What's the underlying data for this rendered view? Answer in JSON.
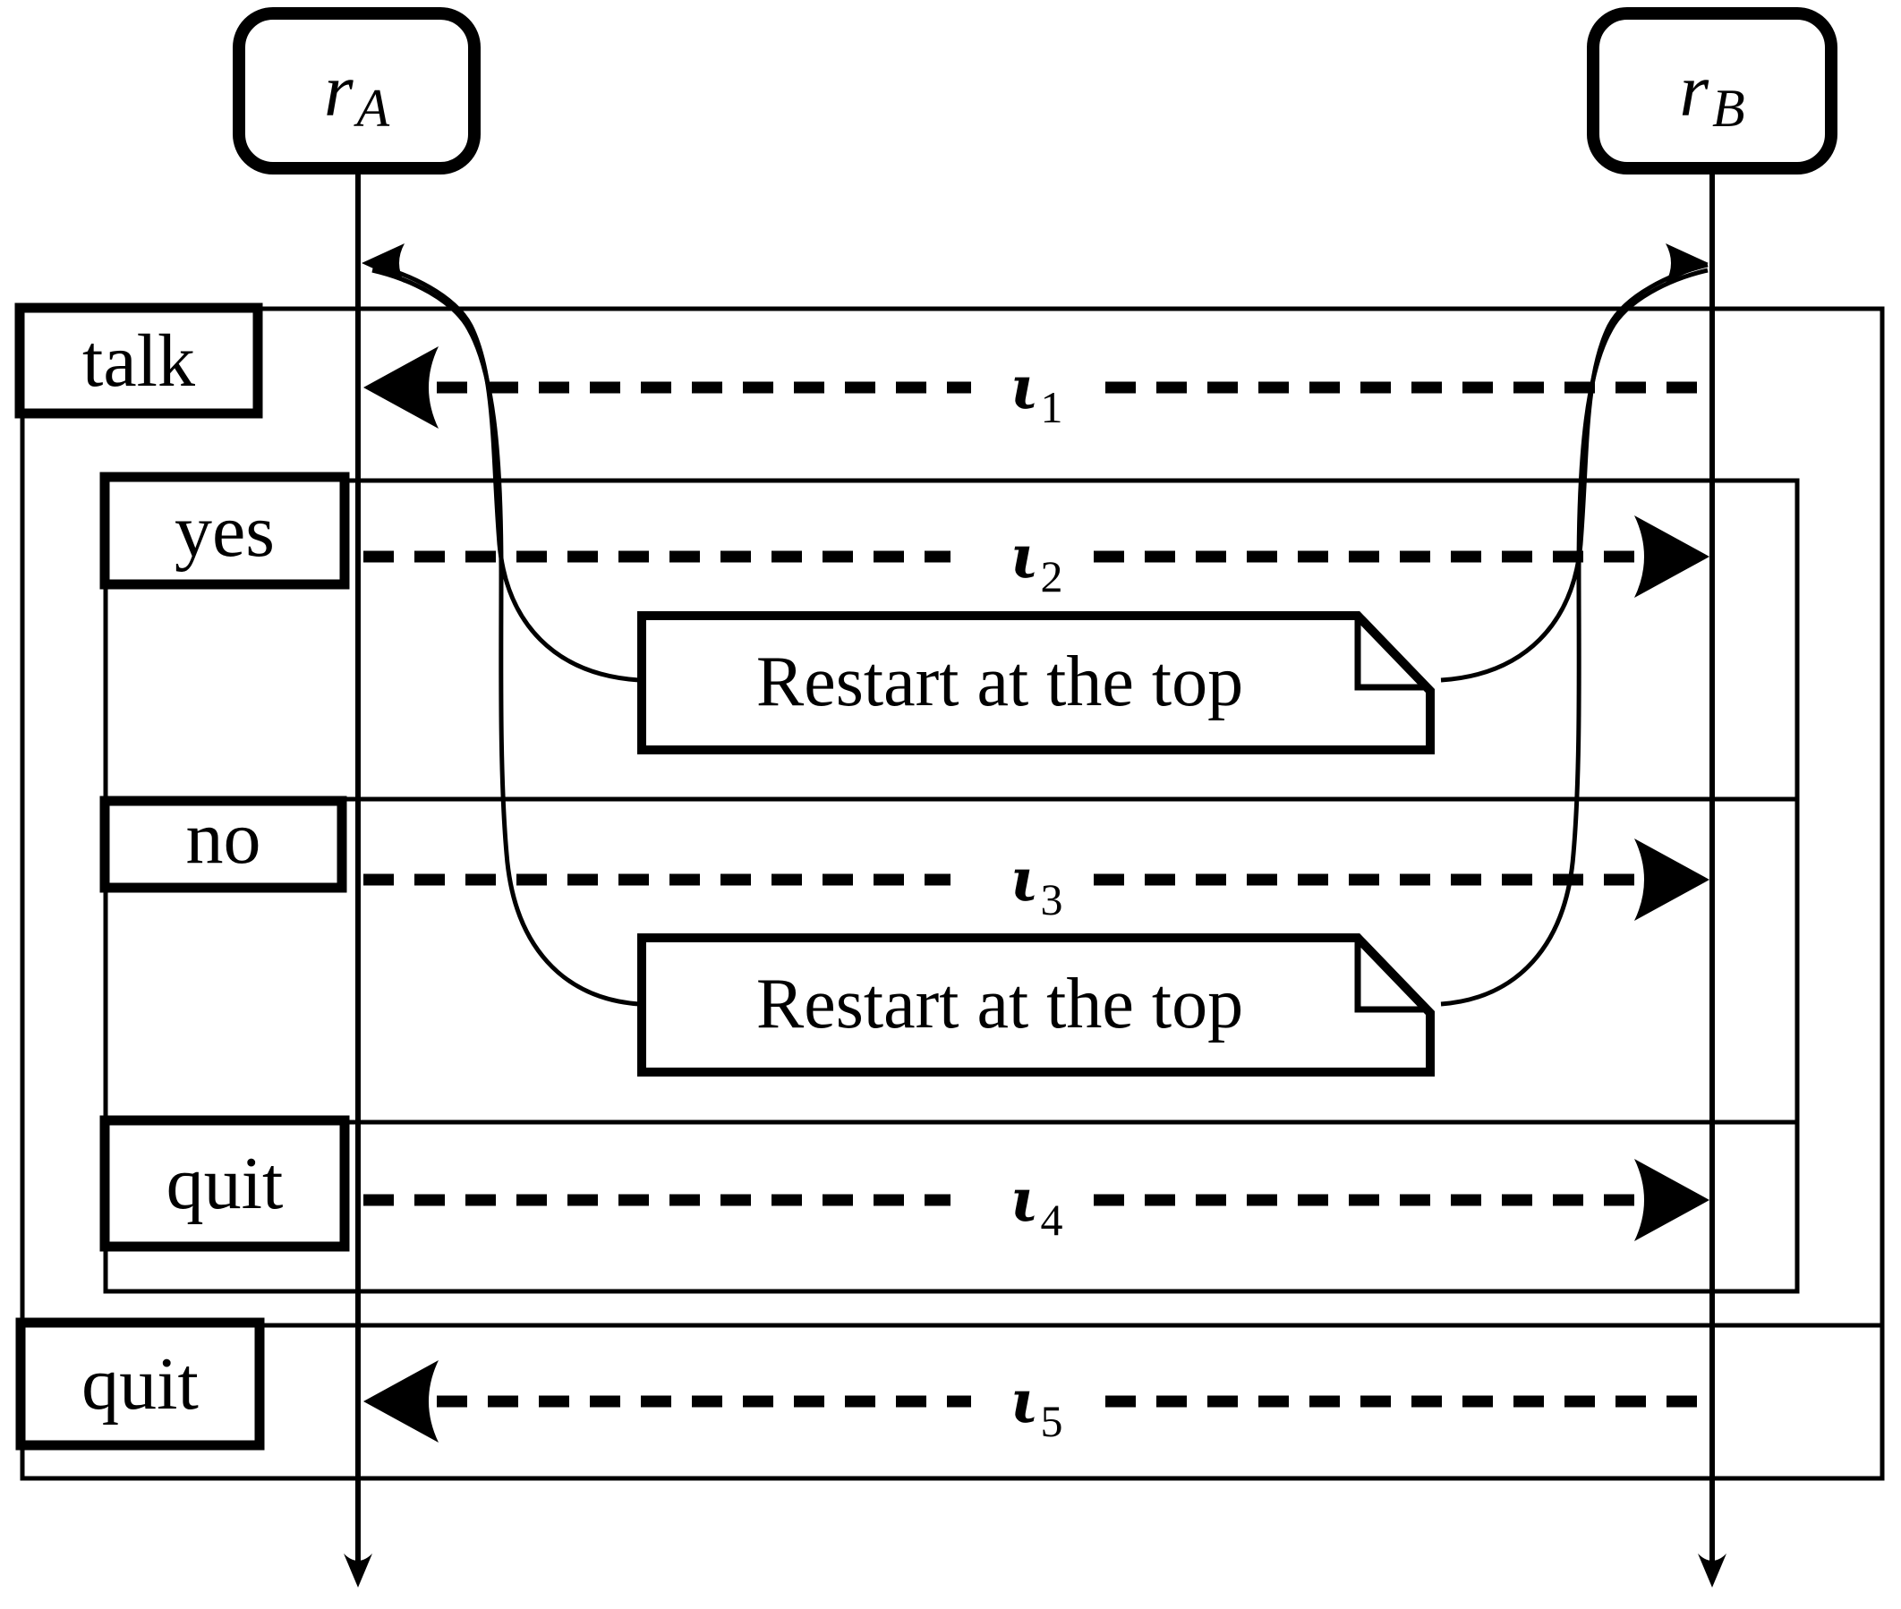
{
  "colors": {
    "ink": "#000000",
    "background": "#ffffff"
  },
  "participants": [
    {
      "name": "r",
      "sub": "A"
    },
    {
      "name": "r",
      "sub": "B"
    }
  ],
  "outer_frame": {
    "sections": [
      {
        "label": "talk"
      },
      {
        "label": "quit"
      }
    ]
  },
  "inner_frame": {
    "sections": [
      {
        "label": "yes"
      },
      {
        "label": "no"
      },
      {
        "label": "quit"
      }
    ]
  },
  "messages": [
    {
      "symbol": "ι",
      "sub": "1",
      "from": "rB",
      "to": "rA",
      "style": "dashed"
    },
    {
      "symbol": "ι",
      "sub": "2",
      "from": "rA",
      "to": "rB",
      "style": "dashed"
    },
    {
      "symbol": "ι",
      "sub": "3",
      "from": "rA",
      "to": "rB",
      "style": "dashed"
    },
    {
      "symbol": "ι",
      "sub": "4",
      "from": "rA",
      "to": "rB",
      "style": "dashed"
    },
    {
      "symbol": "ι",
      "sub": "5",
      "from": "rB",
      "to": "rA",
      "style": "dashed"
    }
  ],
  "notes": [
    {
      "text": "Restart at the top"
    },
    {
      "text": "Restart at the top"
    }
  ]
}
